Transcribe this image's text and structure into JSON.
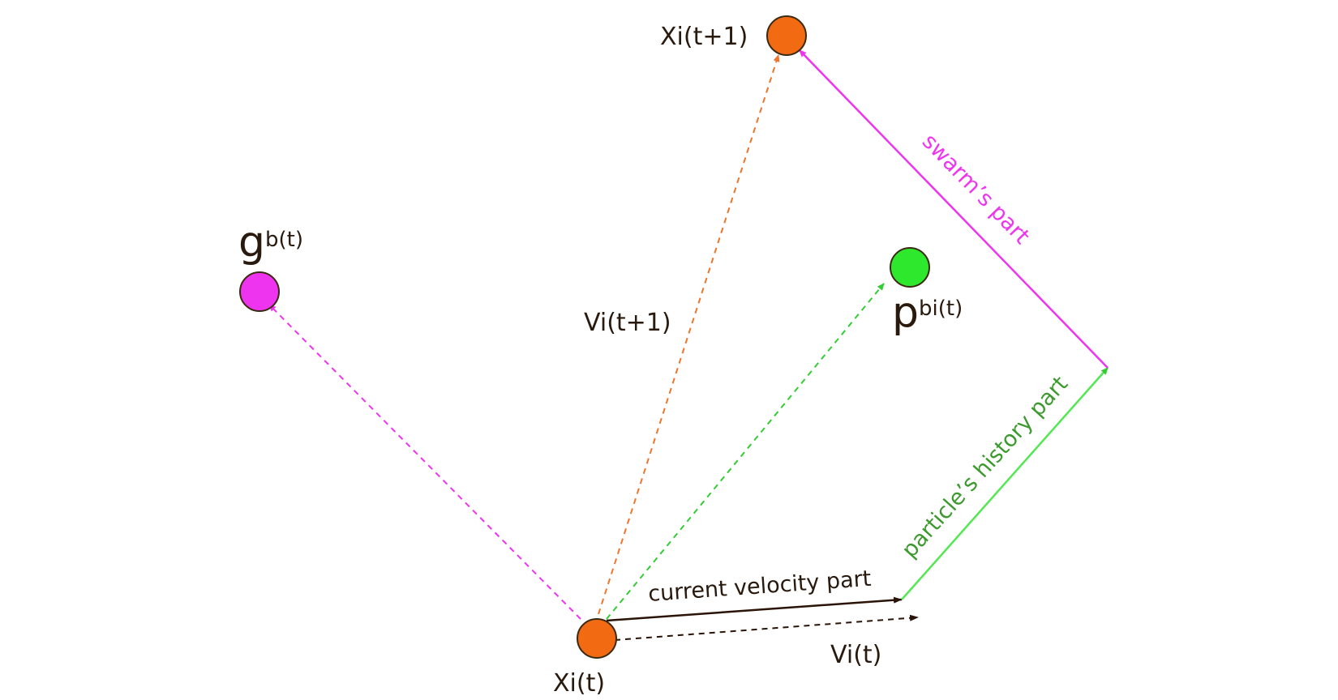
{
  "diagram": {
    "nodes": {
      "xi_t": {
        "label": "Xi(t)",
        "color": "#f26b13"
      },
      "xi_t1": {
        "label": "Xi(t+1)",
        "color": "#f26b13"
      },
      "gb": {
        "label_main": "g",
        "label_sub": "b(t)",
        "color": "#ee34ee"
      },
      "pbi": {
        "label_main": "p",
        "label_sub": "bi(t)",
        "color": "#2ee82e"
      }
    },
    "labels": {
      "vi_t1": "Vi(t+1)",
      "vi_t": "Vi(t)",
      "current_velocity_part": "current velocity part",
      "particles_history_part": "particle’s history part",
      "swarms_part": "swarm’s part"
    },
    "colors": {
      "swarm": "#ee34ee",
      "history_line": "#52e852",
      "history_text": "#3c9a2e",
      "pbest_dashed": "#33cc33",
      "velocity_dashed": "#f0742a",
      "current": "#2a1408",
      "node_stroke": "#3a2a10"
    }
  }
}
